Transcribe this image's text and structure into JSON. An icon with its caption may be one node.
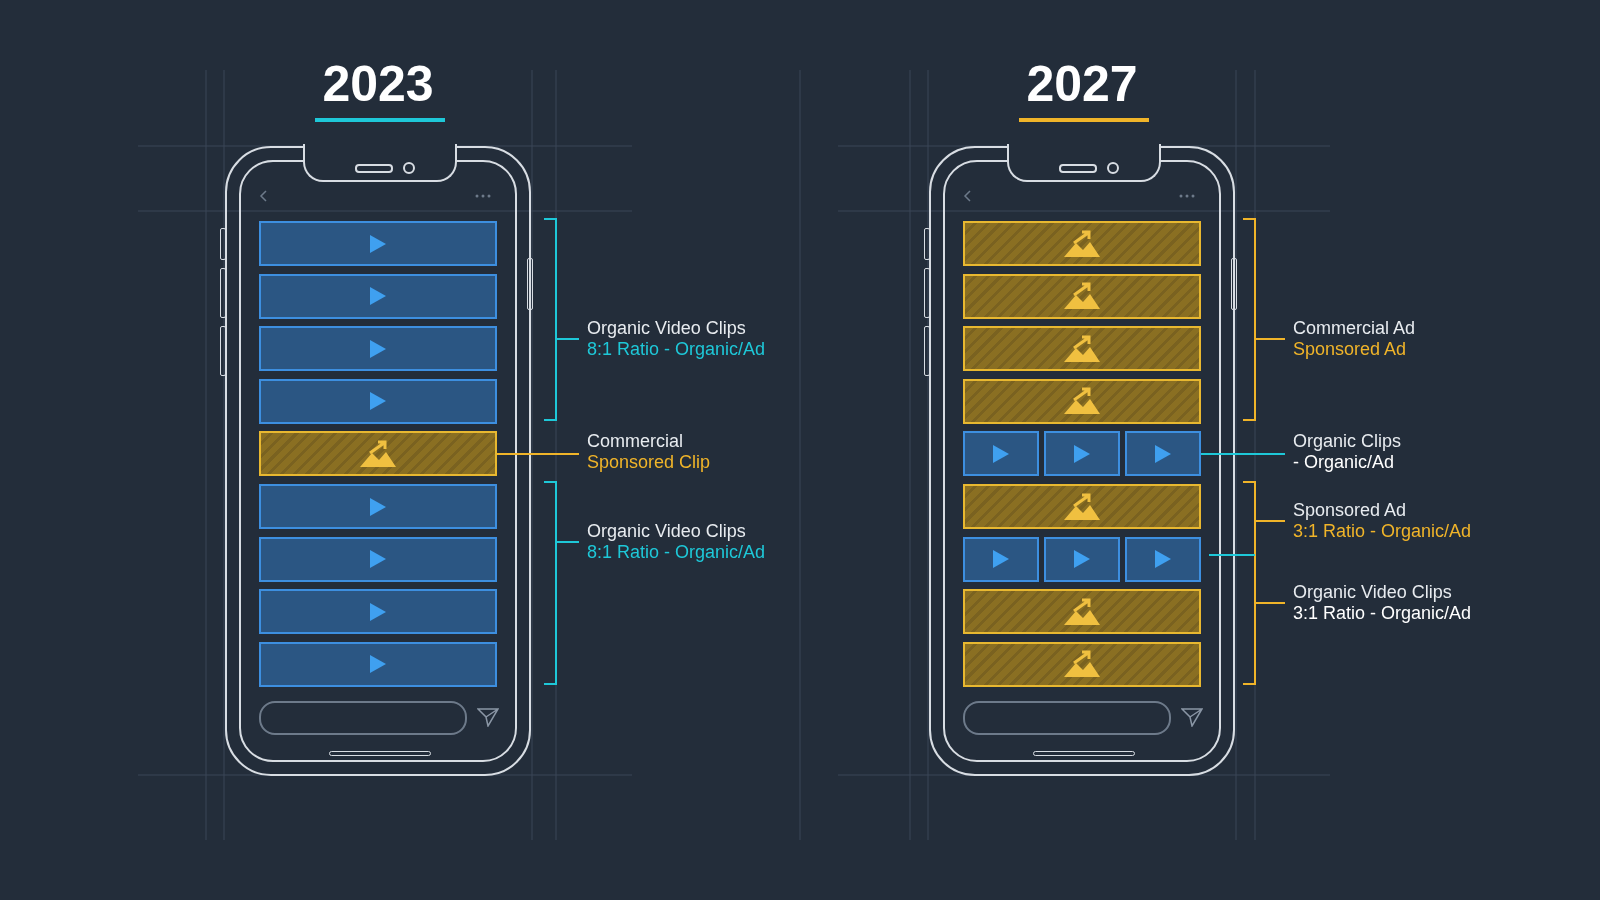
{
  "diagram": {
    "nodes": [
      {
        "text": [
          "2023"
        ]
      },
      {
        "text": [],
        "shape": "box",
        "in": 0
      },
      {
        "text": [],
        "shape": "box",
        "in": 0
      },
      {
        "text": [],
        "shape": "box",
        "in": 0
      },
      {
        "text": [],
        "shape": "box",
        "in": 0
      },
      {
        "text": [],
        "shape": "box",
        "in": 0
      },
      {
        "text": [],
        "shape": "box",
        "in": 0
      },
      {
        "text": [],
        "shape": "box",
        "in": 0
      },
      {
        "text": [],
        "shape": "box",
        "in": 0
      },
      {
        "text": [],
        "shape": "box",
        "in": 0
      },
      {
        "text": [
          "2027"
        ]
      },
      {
        "text": [],
        "shape": "box",
        "in": 10
      },
      {
        "text": [],
        "shape": "box",
        "in": 10
      },
      {
        "text": [],
        "shape": "box",
        "in": 10
      },
      {
        "text": [],
        "shape": "box",
        "in": 10
      },
      {
        "text": [],
        "shape": "box",
        "in": 10
      },
      {
        "text": [],
        "shape": "box",
        "in": 10
      },
      {
        "text": [],
        "shape": "box",
        "in": 10
      },
      {
        "text": [],
        "shape": "box",
        "in": 10
      },
      {
        "text": [],
        "shape": "box",
        "in": 10
      },
      {
        "text": [],
        "shape": "box",
        "in": 10
      },
      {
        "text": [],
        "shape": "box",
        "in": 10
      },
      {
        "text": [],
        "shape": "box",
        "in": 10
      },
      {
        "text": [],
        "shape": "box",
        "in": 10
      },
      {
        "text": [
          "Organic Video Clips",
          "8:1 Ratio - Organic/Ad"
        ]
      },
      {
        "text": [
          "Commercial",
          "Sponsored Clip"
        ]
      },
      {
        "text": [
          "Organic Video Clips",
          "8:1 Ratio - Organic/Ad"
        ]
      },
      {
        "text": [
          "Commercial Ad",
          "Sponsored Ad"
        ]
      },
      {
        "text": [
          "Organic Clips",
          "- Organic/Ad"
        ]
      },
      {
        "text": [
          "Sponsored Ad",
          "3:1 Ratio - Organic/Ad"
        ]
      },
      {
        "text": [
          "Organic Video Clips",
          "3:1 Ratio - Organic/Ad"
        ]
      }
    ],
    "edges": [
      {
        "from": 24,
        "to": null,
        "arrow": "none",
        "color": "#1ec8d8"
      },
      {
        "from": 25,
        "to": 5,
        "arrow": "none"
      },
      {
        "from": 26,
        "to": null,
        "arrow": "none",
        "color": "#1ec8d8"
      },
      {
        "from": 27,
        "to": null,
        "arrow": "none"
      },
      {
        "from": 28,
        "to": 17,
        "arrow": "none",
        "color": "#1ec8d8"
      },
      {
        "from": 29,
        "to": null,
        "arrow": "none"
      },
      {
        "from": 30,
        "to": null,
        "arrow": "none"
      }
    ]
  }
}
